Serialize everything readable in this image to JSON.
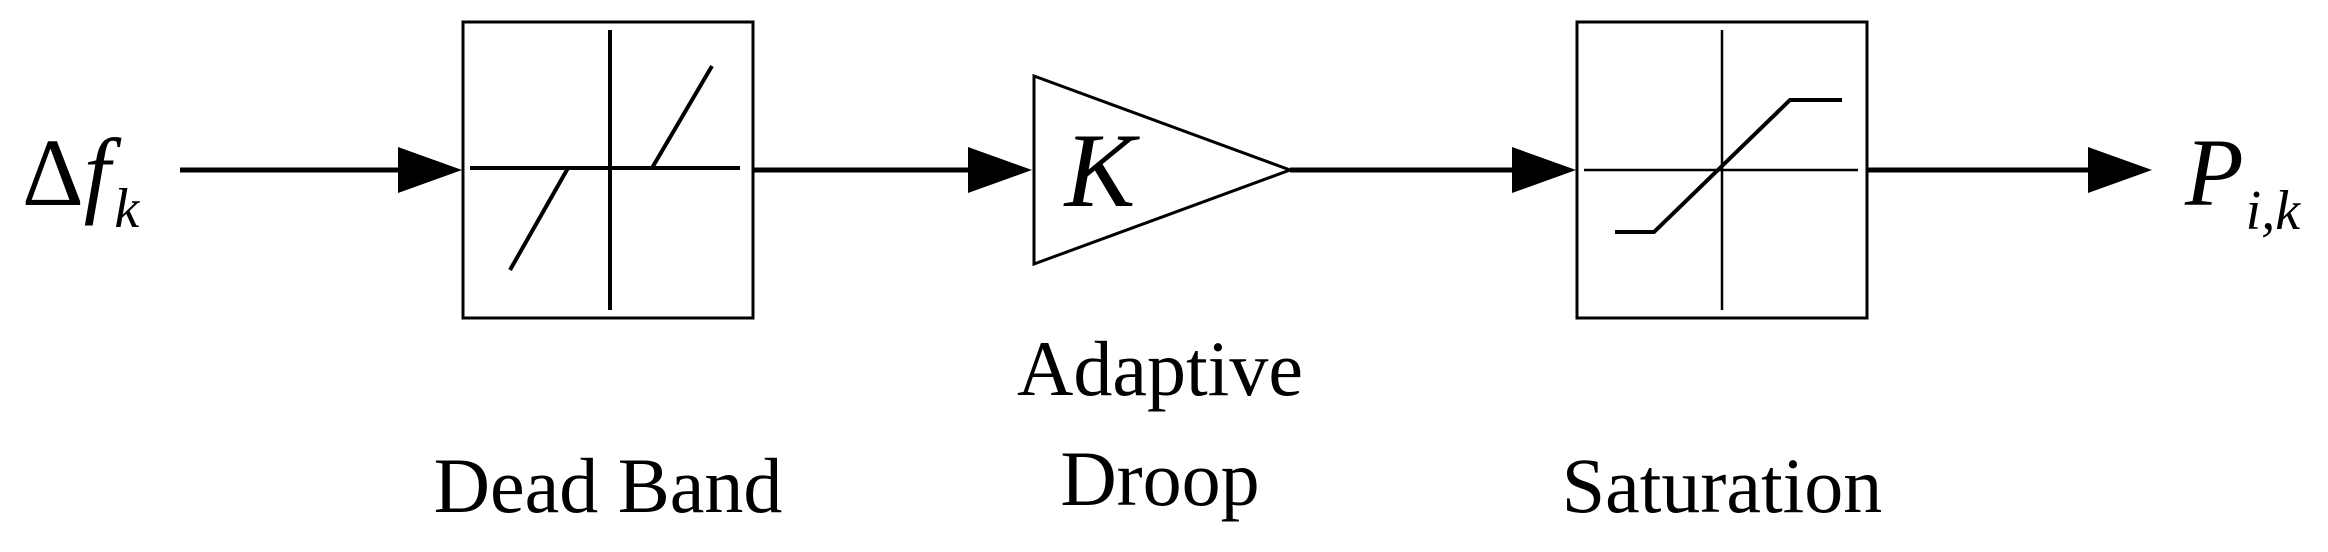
{
  "input": {
    "delta": "Δ",
    "symbol": "f",
    "subscript": "k"
  },
  "output": {
    "symbol": "P",
    "subscript": "i,k"
  },
  "blocks": {
    "dead_band": {
      "label": "Dead Band"
    },
    "droop": {
      "gain_symbol": "K",
      "label_line1": "Adaptive",
      "label_line2": "Droop"
    },
    "saturation": {
      "label": "Saturation"
    }
  },
  "colors": {
    "stroke": "#000000",
    "background": "#ffffff"
  }
}
